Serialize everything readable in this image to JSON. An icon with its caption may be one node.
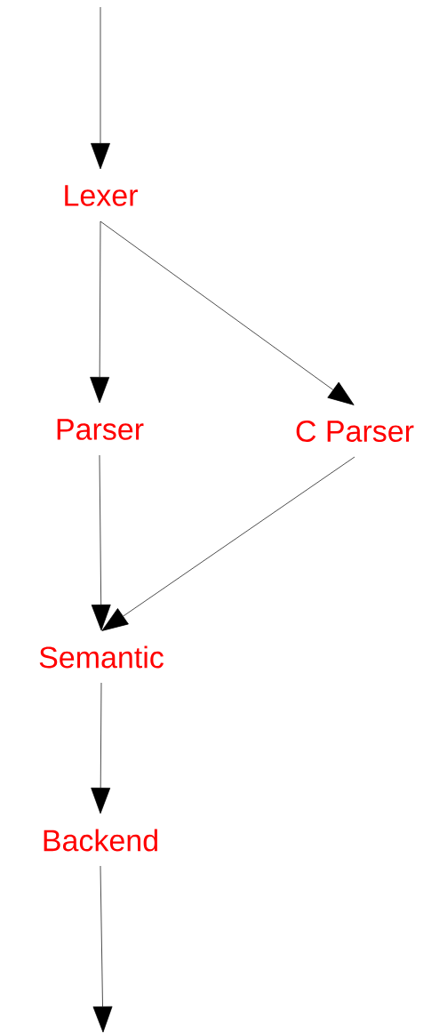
{
  "diagram": {
    "nodes": [
      {
        "text": [
          "Lexer"
        ]
      },
      {
        "text": [
          "Parser"
        ]
      },
      {
        "text": [
          "C Parser"
        ]
      },
      {
        "text": [
          "Semantic"
        ]
      },
      {
        "text": [
          "Backend"
        ]
      }
    ],
    "edges": [
      {
        "from": null,
        "to": 0,
        "arrow": "to"
      },
      {
        "from": 0,
        "to": 1,
        "arrow": "to"
      },
      {
        "from": 0,
        "to": 2,
        "arrow": "to"
      },
      {
        "from": 1,
        "to": 3,
        "arrow": "to"
      },
      {
        "from": 2,
        "to": 3,
        "arrow": "to"
      },
      {
        "from": 3,
        "to": 4,
        "arrow": "to"
      },
      {
        "from": 4,
        "to": null,
        "arrow": "to"
      }
    ]
  }
}
